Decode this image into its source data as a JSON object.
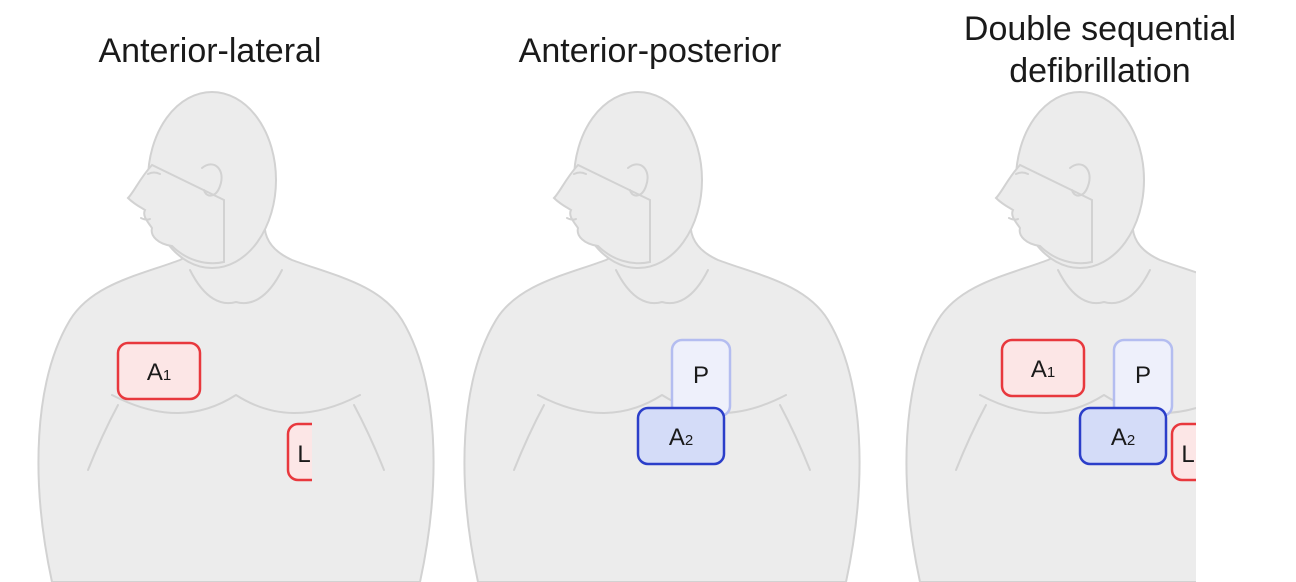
{
  "panels": [
    {
      "title_lines": [
        "Anterior-lateral"
      ],
      "pads": [
        {
          "label": "A",
          "subscript": "1",
          "kind": "anterior-red"
        },
        {
          "label": "L",
          "subscript": "",
          "kind": "lateral-red"
        }
      ]
    },
    {
      "title_lines": [
        "Anterior-posterior"
      ],
      "pads": [
        {
          "label": "P",
          "subscript": "",
          "kind": "posterior-blue"
        },
        {
          "label": "A",
          "subscript": "2",
          "kind": "anterior-blue"
        }
      ]
    },
    {
      "title_lines": [
        "Double sequential",
        "defibrillation"
      ],
      "pads": [
        {
          "label": "A",
          "subscript": "1",
          "kind": "anterior-red"
        },
        {
          "label": "P",
          "subscript": "",
          "kind": "posterior-blue"
        },
        {
          "label": "A",
          "subscript": "2",
          "kind": "anterior-blue"
        },
        {
          "label": "L",
          "subscript": "",
          "kind": "lateral-red"
        }
      ]
    }
  ],
  "colors": {
    "body_fill": "#ececec",
    "body_stroke": "#d2d2d2",
    "red_fill": "#fce6e6",
    "red_stroke": "#e8383d",
    "blue_fill": "#d4dcf8",
    "blue_stroke": "#2b3ec9",
    "posterior_fill": "#eef0fb",
    "posterior_stroke": "#b4bdf0"
  }
}
